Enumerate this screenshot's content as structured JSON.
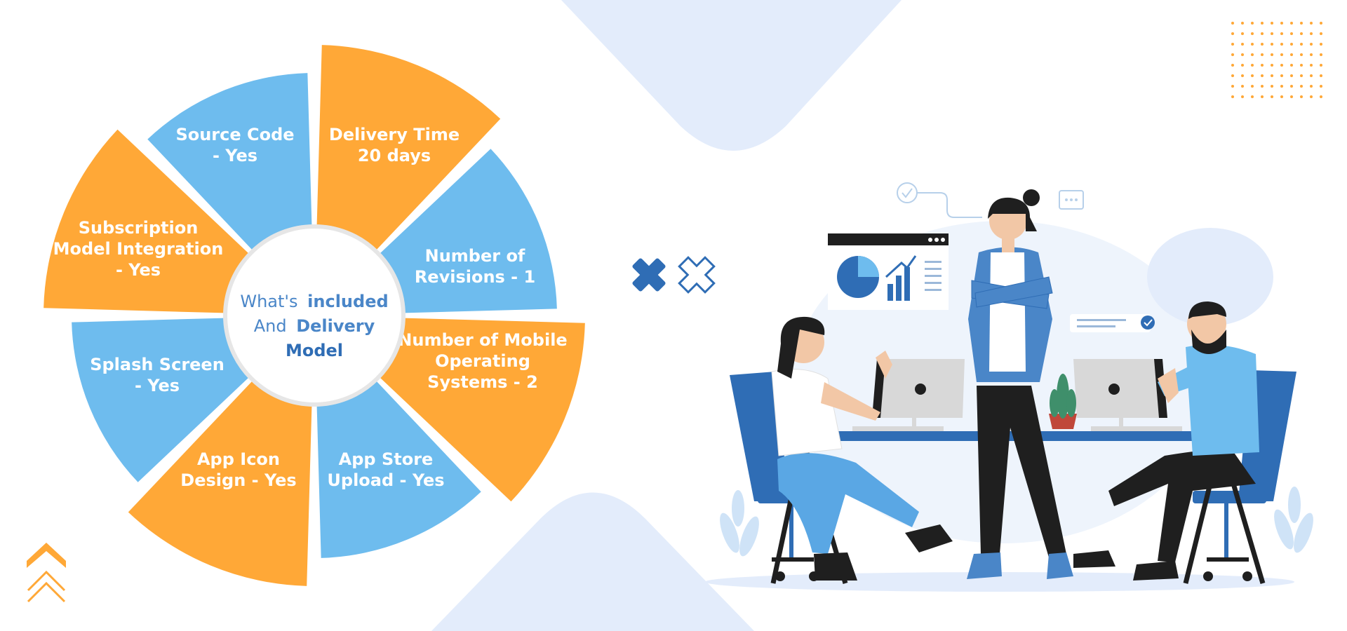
{
  "wheel": {
    "center_prefix": "What's",
    "center_bold_1": "included",
    "center_mid": "And",
    "center_bold_2": "Delivery",
    "center_last": "Model",
    "segments": [
      {
        "id": "source-code",
        "lines": [
          "Source Code",
          "- Yes"
        ],
        "color": "#6ebcee"
      },
      {
        "id": "delivery-time",
        "lines": [
          "Delivery Time",
          "20 days"
        ],
        "color": "#ffa837"
      },
      {
        "id": "revisions",
        "lines": [
          "Number of",
          "Revisions - 1"
        ],
        "color": "#6ebcee"
      },
      {
        "id": "mobile-os",
        "lines": [
          "Number of Mobile",
          "Operating",
          "Systems - 2"
        ],
        "color": "#ffa837"
      },
      {
        "id": "app-store-upload",
        "lines": [
          "App Store",
          "Upload - Yes"
        ],
        "color": "#6ebcee"
      },
      {
        "id": "app-icon-design",
        "lines": [
          "App Icon",
          "Design - Yes"
        ],
        "color": "#ffa837"
      },
      {
        "id": "splash-screen",
        "lines": [
          "Splash Screen",
          "- Yes"
        ],
        "color": "#6ebcee"
      },
      {
        "id": "subscription-model",
        "lines": [
          "Subscription",
          "Model Integration",
          "- Yes"
        ],
        "color": "#ffa837"
      }
    ]
  },
  "colors": {
    "orange": "#ffa837",
    "blue": "#6ebcee",
    "dark_blue": "#2f6db5",
    "pale_blue": "#e3ecfb",
    "center_text": "#4a86c8"
  },
  "icons": [
    "x-solid-icon",
    "x-outline-icon",
    "chevron-up-icon",
    "dot-grid-icon",
    "pie-chart-icon",
    "bar-chart-icon",
    "check-circle-icon",
    "chat-bubble-icon"
  ]
}
